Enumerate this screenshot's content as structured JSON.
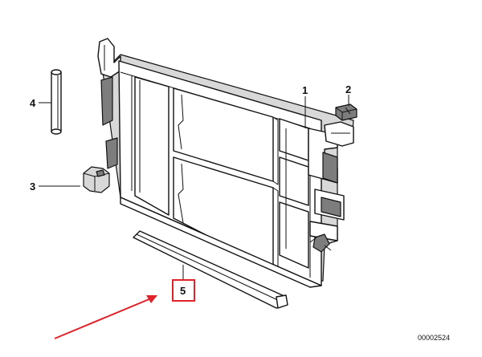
{
  "callouts": {
    "frame": "1",
    "clip": "2",
    "rubber_mount": "3",
    "tube": "4",
    "seal_strip": "5"
  },
  "drawing_number": "00002524",
  "colors": {
    "highlight": "#e0232a",
    "line": "#111111",
    "shade": "#d8d8d8",
    "dark": "#7d7d7d"
  }
}
